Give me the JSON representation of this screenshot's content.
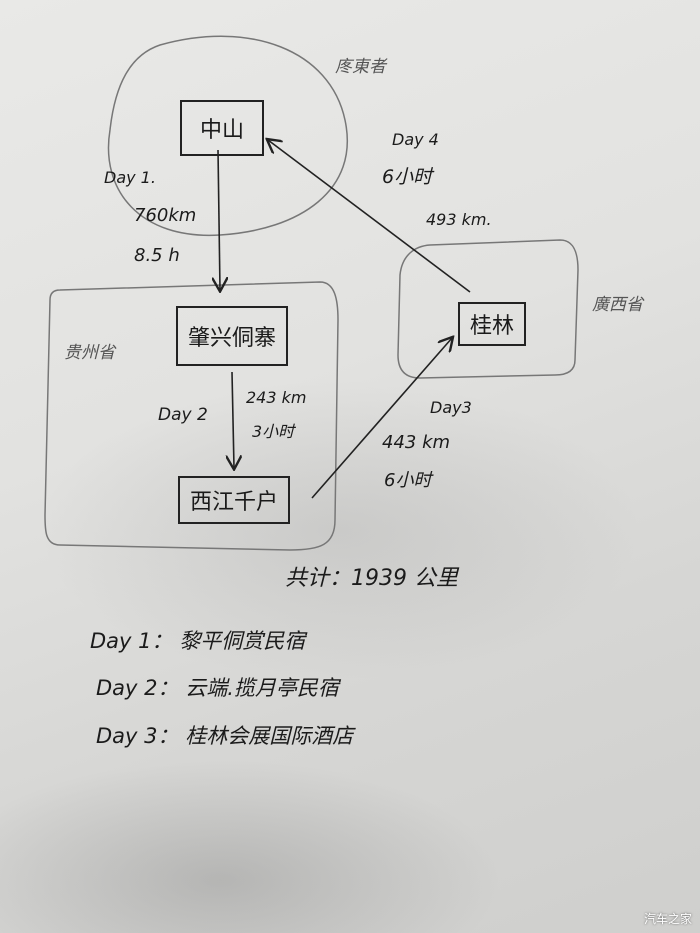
{
  "regions": {
    "guangdong": "庝東者",
    "guizhou": "贵州省",
    "guangxi": "廣西省"
  },
  "nodes": {
    "zhongshan": "中山",
    "zhaoxing": "肇兴侗寨",
    "xijiang": "西江千户",
    "guilin": "桂林"
  },
  "legs": {
    "day1": {
      "label": "Day 1.",
      "distance": "760km",
      "time": "8.5 h"
    },
    "day2": {
      "label": "Day 2",
      "distance": "243 km",
      "time": "3小时"
    },
    "day3": {
      "label": "Day3",
      "distance": "443 km",
      "time": "6小时"
    },
    "day4": {
      "label": "Day 4",
      "distance": "493 km.",
      "time": "6小时"
    }
  },
  "total": "共计：1939 公里",
  "stays": [
    {
      "day": "Day 1：",
      "place": "黎平侗赏民宿"
    },
    {
      "day": "Day 2：",
      "place": "云端.揽月亭民宿"
    },
    {
      "day": "Day 3：",
      "place": "桂林会展国际酒店"
    }
  ],
  "watermark": "汽车之家"
}
